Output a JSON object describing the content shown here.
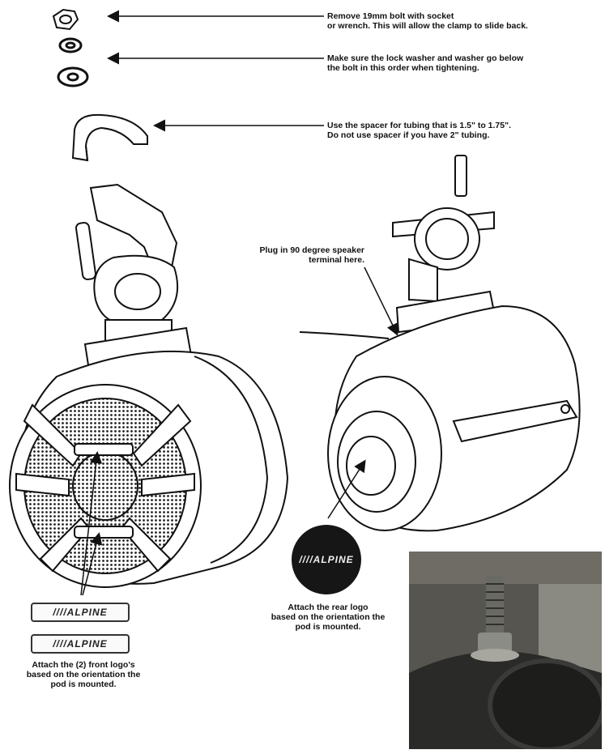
{
  "notes": {
    "remove_bolt": "Remove 19mm bolt with socket\nor wrench. This will allow the clamp to slide back.",
    "lock_washer": "Make sure the lock washer and washer go below\nthe bolt in this order when tightening.",
    "spacer": "Use the spacer for tubing that is 1.5\" to 1.75\".\nDo not use spacer if you have 2\" tubing.",
    "plug_terminal": "Plug in 90 degree speaker\nterminal here.",
    "rear_logo": "Attach the rear logo\nbased on the orientation the\npod is mounted.",
    "front_logo": "Attach the (2) front logo's\nbased on the orientation the\npod is mounted."
  },
  "logos": {
    "front_top": "////ALPINE",
    "front_bottom": "////ALPINE",
    "rear": "////ALPINE"
  }
}
